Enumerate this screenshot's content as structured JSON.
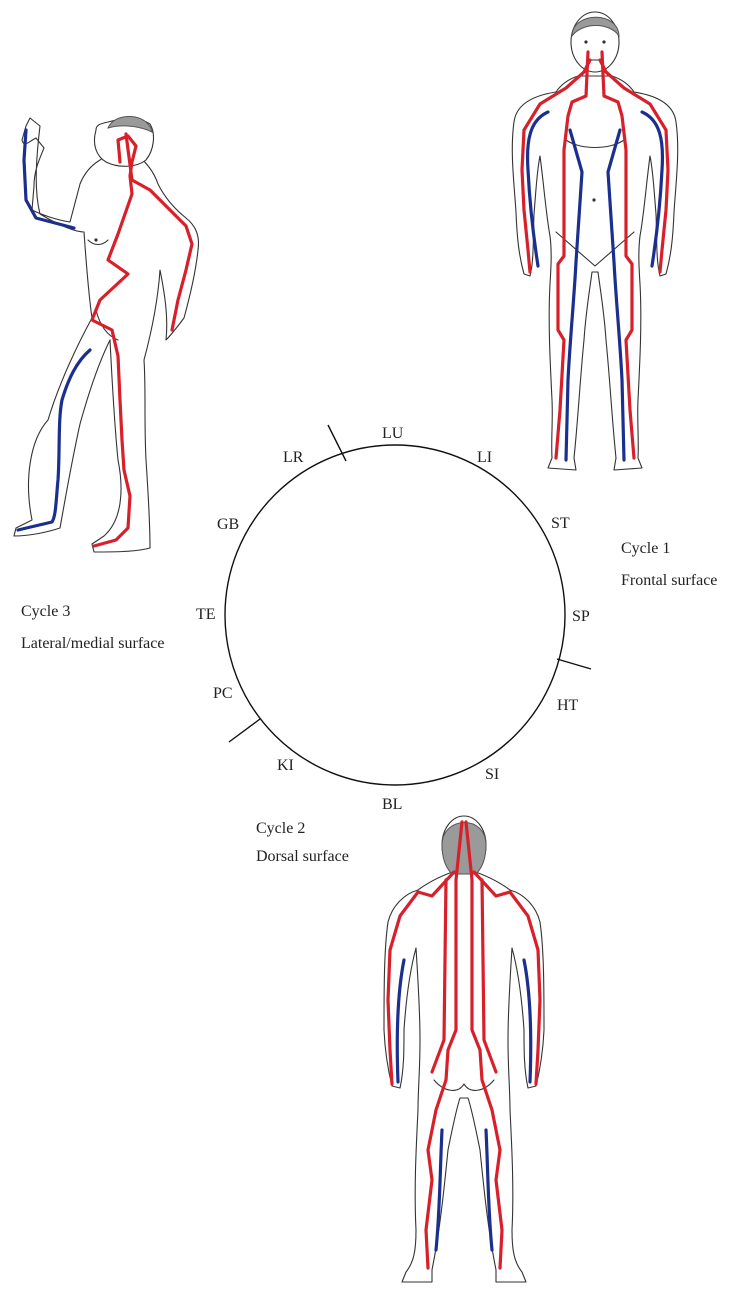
{
  "colors": {
    "yang_meridian": "#d8202a",
    "yin_meridian": "#1b2f8f",
    "outline": "#333333",
    "hair": "#9a9a9a"
  },
  "cycle_wheel": {
    "meridians": [
      "LU",
      "LI",
      "ST",
      "SP",
      "HT",
      "SI",
      "BL",
      "KI",
      "PC",
      "TE",
      "GB",
      "LR"
    ],
    "dividers": [
      "LU-LR",
      "SP-HT",
      "KI-PC"
    ]
  },
  "cycles": [
    {
      "title": "Cycle 1",
      "surface": "Frontal surface",
      "meridians": [
        "LU",
        "LI",
        "ST",
        "SP"
      ]
    },
    {
      "title": "Cycle 2",
      "surface": "Dorsal surface",
      "meridians": [
        "HT",
        "SI",
        "BL",
        "KI"
      ]
    },
    {
      "title": "Cycle 3",
      "surface": "Lateral/medial surface",
      "meridians": [
        "PC",
        "TE",
        "GB",
        "LR"
      ]
    }
  ]
}
